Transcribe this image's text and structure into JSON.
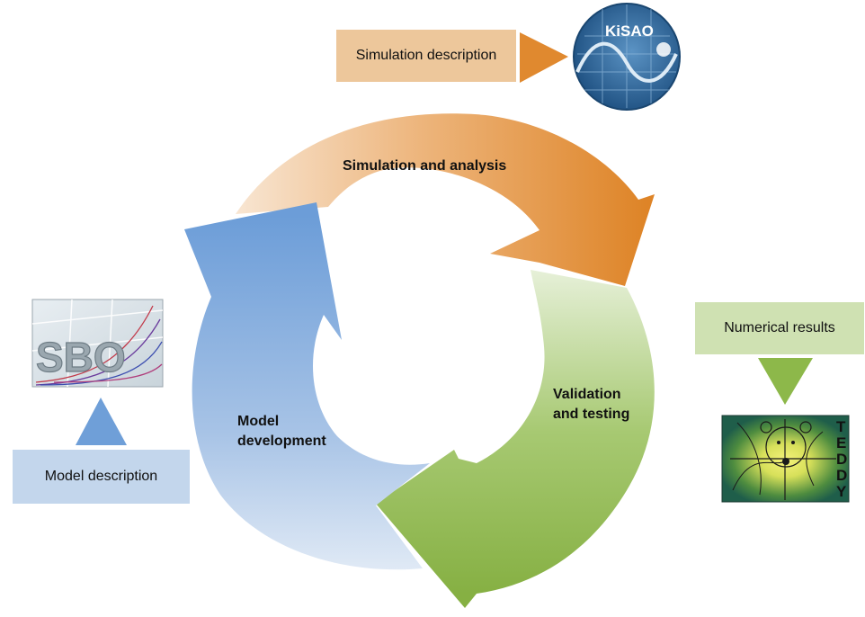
{
  "cycle": {
    "simulation_label": "Simulation and analysis",
    "validation_label_line1": "Validation",
    "validation_label_line2": "and testing",
    "model_label_line1": "Model",
    "model_label_line2": "development"
  },
  "boxes": {
    "simulation_description": "Simulation description",
    "numerical_results": "Numerical results",
    "model_description": "Model description"
  },
  "logos": {
    "kisao": "KiSAO",
    "sbo": "SBO",
    "teddy": [
      "T",
      "E",
      "D",
      "D",
      "Y"
    ]
  },
  "colors": {
    "orange": "#E0892F",
    "orange_light": "#F7E2CC",
    "green": "#8DB84A",
    "green_light": "#DDEBCB",
    "blue": "#6F9FD8",
    "blue_light": "#D6E3F2",
    "tan_box": "#EDC79B",
    "green_box": "#CFE1B2",
    "blue_box": "#C3D6EC",
    "kisao_bg": "#2F6A9E"
  }
}
